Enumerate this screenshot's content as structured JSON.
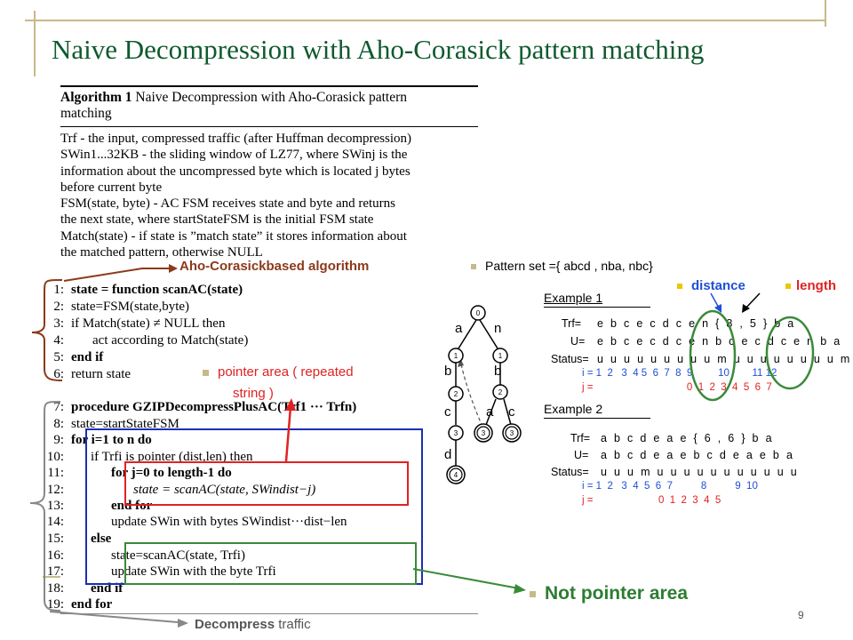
{
  "slide": {
    "title": "Naive Decompression with Aho-Corasick pattern matching",
    "page_number": "9"
  },
  "algorithm": {
    "heading_label": "Algorithm 1",
    "heading_text": "Naive Decompression with Aho-Corasick pattern",
    "heading_text2": "matching",
    "desc": [
      "Trf - the input, compressed traffic (after Huffman decompression)",
      "SWin1...32KB - the sliding window of LZ77, where SWinj is the",
      "information about the uncompressed byte which is located j bytes",
      "before current byte",
      "FSM(state, byte) - AC FSM receives state and byte and returns",
      "the next state, where startStateFSM is the initial FSM state",
      "Match(state) - if state is ”match state” it stores information about",
      "the matched pattern, otherwise NULL"
    ],
    "lines": [
      {
        "n": "1:",
        "text": "state = function scanAC(state)"
      },
      {
        "n": "2:",
        "text": "state=FSM(state,byte)"
      },
      {
        "n": "3:",
        "text": "if Match(state) ≠ NULL then"
      },
      {
        "n": "4:",
        "text": "act according to Match(state)"
      },
      {
        "n": "5:",
        "text": "end if"
      },
      {
        "n": "6:",
        "text": "return state"
      },
      {
        "n": "7:",
        "text": "procedure GZIPDecompressPlusAC(Trf1 ··· Trfn)"
      },
      {
        "n": "8:",
        "text": "state=startStateFSM"
      },
      {
        "n": "9:",
        "text": "for i=1 to n do"
      },
      {
        "n": "10:",
        "text": "if Trfi is pointer (dist,len) then"
      },
      {
        "n": "11:",
        "text": "for j=0 to length-1 do"
      },
      {
        "n": "12:",
        "text": "state = scanAC(state, SWindist−j)"
      },
      {
        "n": "13:",
        "text": "end for"
      },
      {
        "n": "14:",
        "text": "update SWin with bytes SWindist···dist−len"
      },
      {
        "n": "15:",
        "text": "else"
      },
      {
        "n": "16:",
        "text": "state=scanAC(state, Trfi)"
      },
      {
        "n": "17:",
        "text": "update SWin with the byte Trfi"
      },
      {
        "n": "18:",
        "text": "end if"
      },
      {
        "n": "19:",
        "text": "end for"
      }
    ]
  },
  "annotations": {
    "ac_based": "Aho-Corasickbased algorithm",
    "pointer_area_bold": "pointer area (",
    "pointer_area_rest": " repeated",
    "pointer_area_line2": "string )",
    "not_pointer": "Not pointer area",
    "decompress_bold": "Decompress",
    "decompress_rest": " traffic",
    "pattern_set": "Pattern set ={ abcd , nba, nbc}",
    "distance": "distance",
    "length": "length"
  },
  "trie": {
    "nodes": [
      "0",
      "1",
      "1",
      "2",
      "2",
      "3",
      "3",
      "3",
      "4"
    ],
    "edges": [
      "a",
      "n",
      "b",
      "b",
      "c",
      "a",
      "c",
      "d"
    ]
  },
  "example1": {
    "label": "Example 1",
    "trf_label": "Trf=",
    "trf": "e b c e c d c e n { 8 , 5 } b a",
    "u_label": "U=",
    "u": "e b c e c d c e n b c e c d c e n b a",
    "status_label": "Status=",
    "status": "u u u u u u u u u m u u u u u u u u m",
    "i_row": "i = 1  2   3  4 5  6  7  8  9         10        11 12",
    "j_row": "j =                                 0  1  2  3  4  5  6  7"
  },
  "example2": {
    "label": "Example 2",
    "trf_label": "Trf=",
    "trf": "a b c d e a e { 6 , 6 } b a",
    "u_label": "U=",
    "u": "a b c d e a e b c d e a e b a",
    "status_label": "Status=",
    "status": "u u u m u u u u u u u u u u u",
    "i_row": "i = 1  2   3  4  5  6  7          8          9  10",
    "j_row": "j =                       0  1  2  3  4  5"
  },
  "colors": {
    "title": "#0f5a2e",
    "ac_annotation": "#8b3a1a",
    "pointer": "#e12222",
    "not_pointer": "#2e7d32",
    "blue_box": "#1a2fb3",
    "decompress": "#555555"
  }
}
